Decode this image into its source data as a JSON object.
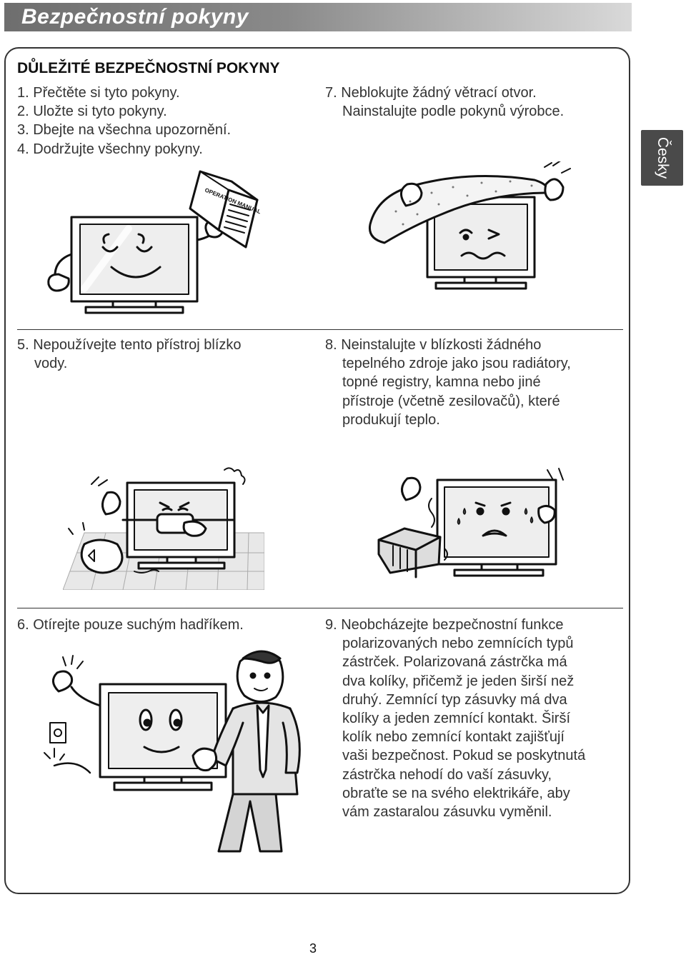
{
  "header": {
    "title": "Bezpečnostní pokyny"
  },
  "side_tab": {
    "label": "Česky"
  },
  "section": {
    "heading": "DŮLEŽITÉ BEZPEČNOSTNÍ POKYNY",
    "items_left_top": [
      "1. Přečtěte si tyto pokyny.",
      "2. Uložte si tyto pokyny.",
      "3. Dbejte na všechna upozornění.",
      "4. Dodržujte všechny pokyny."
    ],
    "item7": {
      "line1": "7. Neblokujte žádný větrací otvor.",
      "line2": "Nainstalujte podle pokynů výrobce."
    },
    "item5": {
      "line1": "5. Nepoužívejte tento přístroj blízko",
      "line2": "vody."
    },
    "item8": {
      "line1": "8. Neinstalujte v blízkosti žádného",
      "lines": [
        "tepelného zdroje jako jsou radiátory,",
        "topné registry, kamna nebo jiné",
        "přístroje (včetně zesilovačů), které",
        "produkují teplo."
      ]
    },
    "item6": {
      "line1": "6. Otírejte pouze suchým hadříkem."
    },
    "item9": {
      "line1": "9. Neobcházejte bezpečnostní funkce",
      "lines": [
        "polarizovaných nebo zemnících typů",
        "zástrček. Polarizovaná zástrčka má",
        "dva kolíky, přičemž je jeden širší než",
        "druhý. Zemnící typ zásuvky má dva",
        "kolíky a jeden zemnící kontakt. Širší",
        "kolík nebo zemnící kontakt zajišťují",
        "vaši bezpečnost. Pokud se poskytnutá",
        "zástrčka nehodí do vaší zásuvky,",
        "obraťte se na svého elektrikáře, aby",
        "vám zastaralou zásuvku vyměnil."
      ]
    }
  },
  "illustrations": {
    "manual_label": "OPERATION MANUAL"
  },
  "footer": {
    "page_number": "3"
  }
}
